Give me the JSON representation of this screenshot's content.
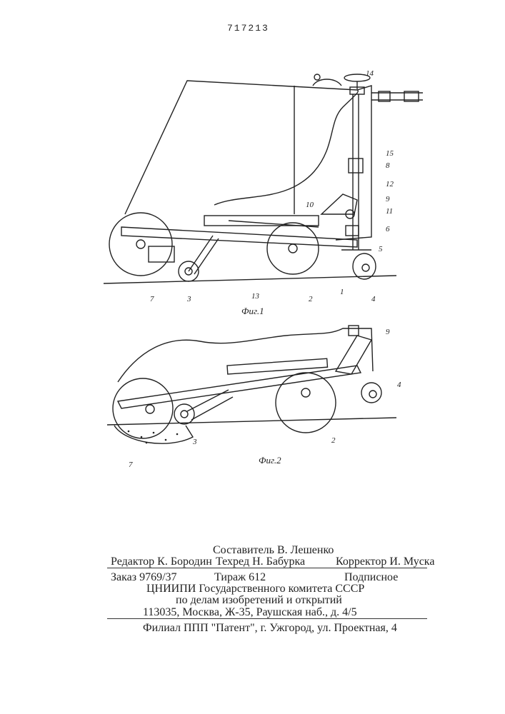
{
  "patent_number": "717213",
  "figures": [
    {
      "caption": "Фиг.1",
      "labels": [
        "14",
        "15",
        "8",
        "12",
        "9",
        "11",
        "6",
        "5",
        "10",
        "13",
        "3",
        "2",
        "1",
        "4",
        "7"
      ]
    },
    {
      "caption": "Фиг.2",
      "labels": [
        "9",
        "4",
        "3",
        "2",
        "7"
      ]
    }
  ],
  "imprint": {
    "compiler": "Составитель В. Лешенко",
    "editor": "Редактор К. Бородин",
    "techeditor": "Техред Н. Бабурка",
    "corrector": "Корректор И. Муска",
    "order": "Заказ 9769/37",
    "circulation": "Тираж 612",
    "subscription": "Подписное",
    "institute": "ЦНИИПИ Государственного комитета СССР",
    "department": "по делам изобретений и открытий",
    "address": "113035, Москва, Ж-35, Раушская наб., д. 4/5",
    "branch": "Филиал ППП \"Патент\", г. Ужгород, ул. Проектная, 4"
  }
}
